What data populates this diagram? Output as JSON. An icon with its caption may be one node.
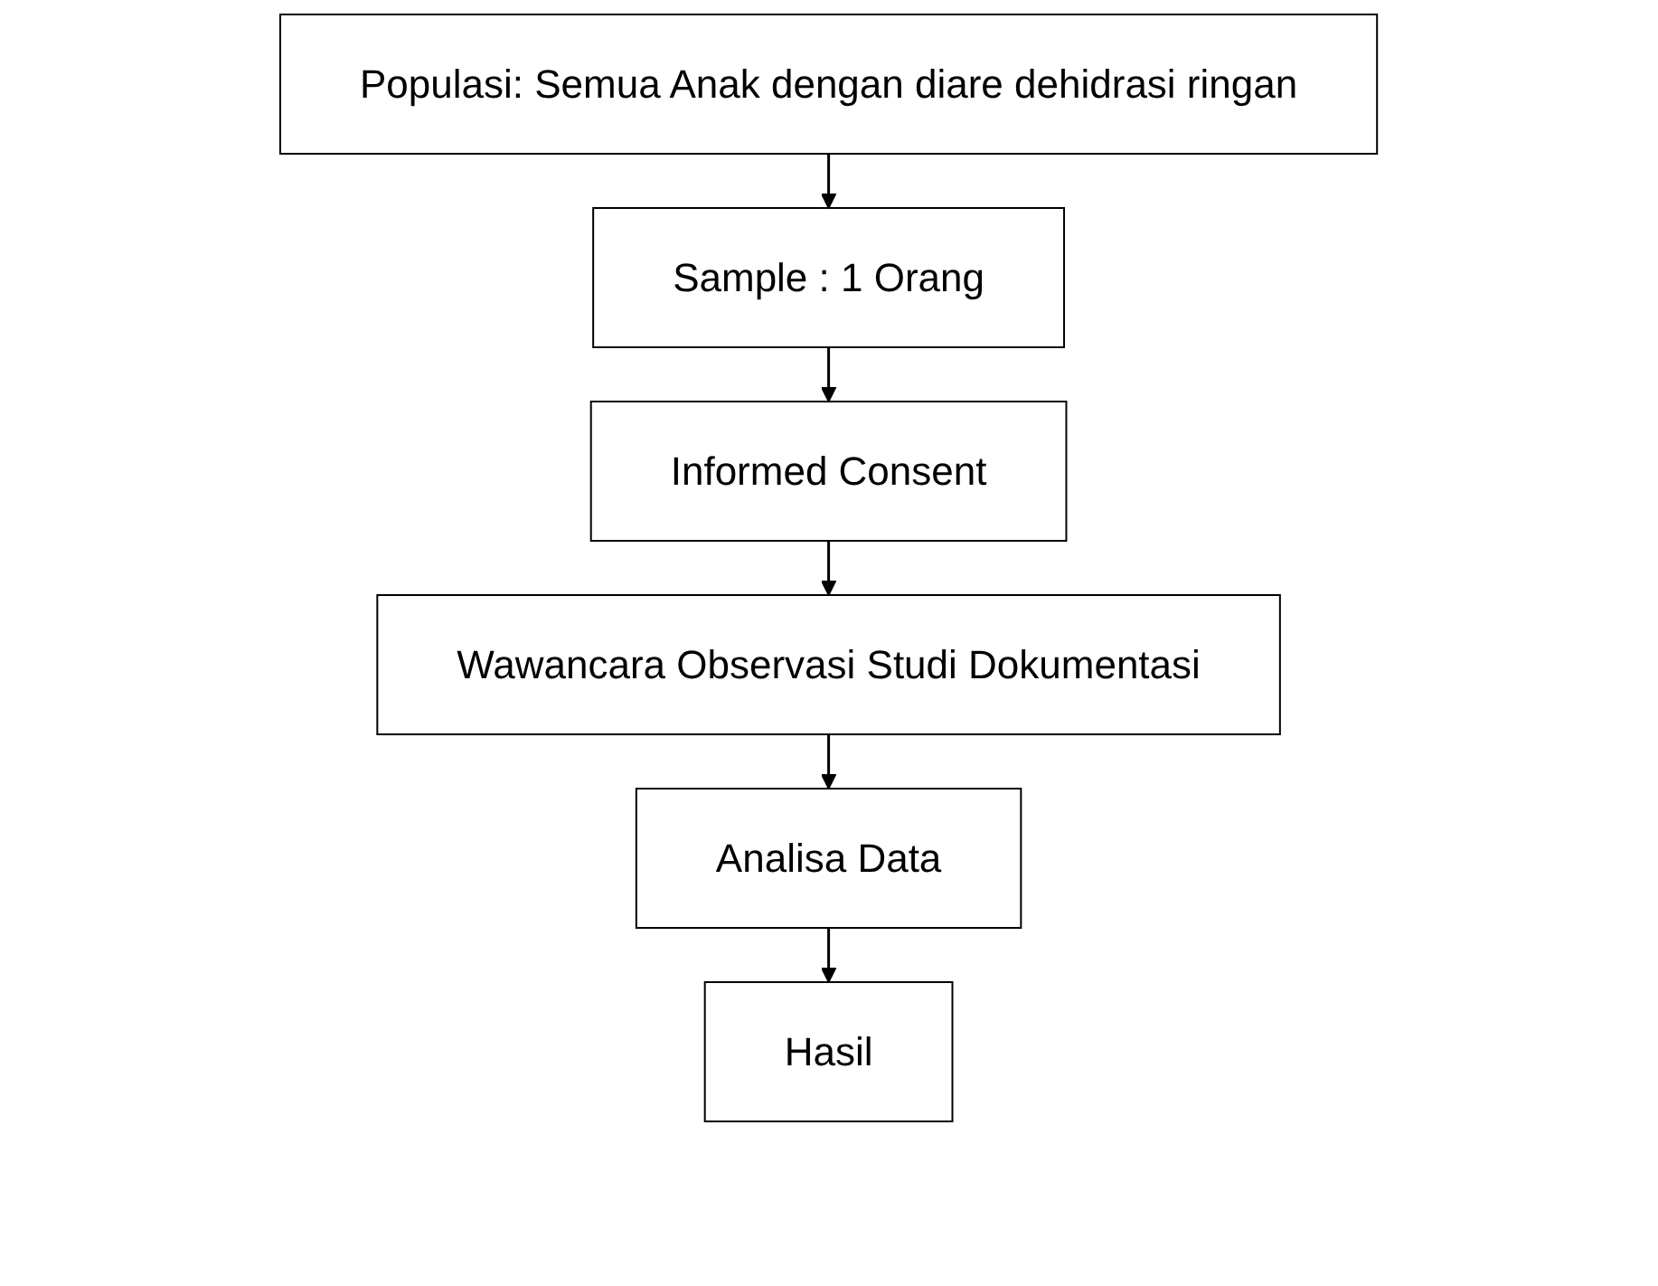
{
  "diagram": {
    "nodes": [
      {
        "text": [
          "Populasi: Semua Anak dengan diare dehidrasi ringan"
        ]
      },
      {
        "text": [
          "Sample : 1 Orang"
        ]
      },
      {
        "text": [
          "Informed Consent"
        ]
      },
      {
        "text": [
          "Wawancara Observasi Studi Dokumentasi"
        ]
      },
      {
        "text": [
          "Analisa Data"
        ]
      },
      {
        "text": [
          "Hasil"
        ]
      }
    ],
    "edges": [
      {
        "from": 0,
        "to": 1,
        "arrow": "to"
      },
      {
        "from": 1,
        "to": 2,
        "arrow": "to"
      },
      {
        "from": 2,
        "to": 3,
        "arrow": "to"
      },
      {
        "from": 3,
        "to": 4,
        "arrow": "to"
      },
      {
        "from": 4,
        "to": 5,
        "arrow": "to"
      }
    ]
  }
}
